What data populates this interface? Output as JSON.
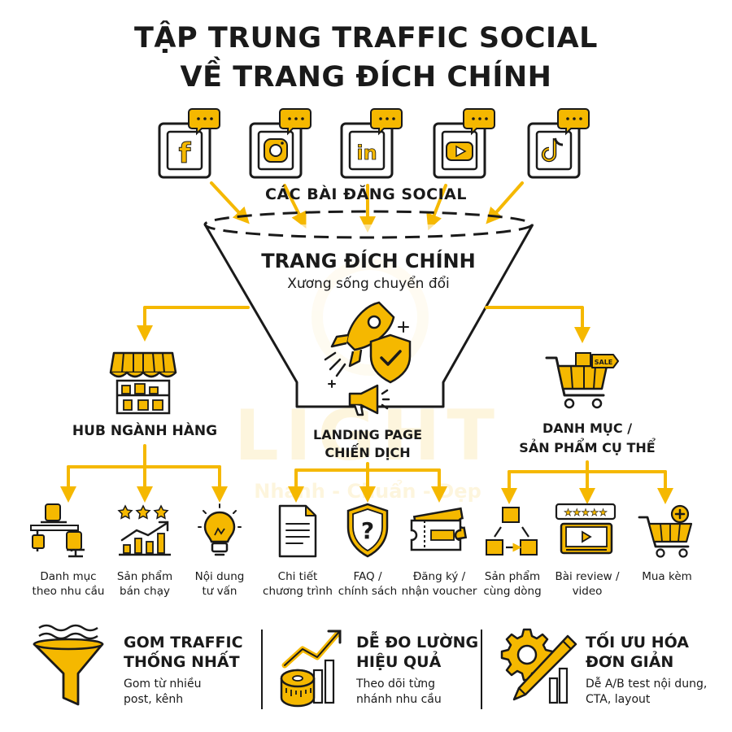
{
  "title": {
    "line1": "TẬP TRUNG TRAFFIC SOCIAL",
    "line2": "VỀ TRANG ĐÍCH CHÍNH"
  },
  "socials": {
    "label": "CÁC BÀI ĐĂNG SOCIAL",
    "icons": [
      "facebook-icon",
      "instagram-icon",
      "linkedin-icon",
      "youtube-icon",
      "tiktok-icon"
    ],
    "letters": {
      "facebook": "f",
      "linkedin": "in"
    }
  },
  "funnel": {
    "title": "TRANG ĐÍCH CHÍNH",
    "subtitle": "Xương sống chuyển đổi"
  },
  "watermark": {
    "brand": "LIGHT",
    "tagline": "Nhanh - Chuẩn - Đẹp"
  },
  "branches": {
    "hub": {
      "title": "HUB NGÀNH HÀNG"
    },
    "landing": {
      "line1": "LANDING PAGE",
      "line2": "CHIẾN DỊCH"
    },
    "category": {
      "line1": "DANH MỤC /",
      "line2": "SẢN PHẨM CỤ THỂ",
      "sale_tag": "SALE"
    }
  },
  "leaves": [
    {
      "l1": "Danh mục",
      "l2": "theo nhu cầu"
    },
    {
      "l1": "Sản phẩm",
      "l2": "bán chạy"
    },
    {
      "l1": "Nội dung",
      "l2": "tư vấn"
    },
    {
      "l1": "Chi tiết",
      "l2": "chương trình"
    },
    {
      "l1": "FAQ /",
      "l2": "chính sách"
    },
    {
      "l1": "Đăng ký /",
      "l2": "nhận voucher"
    },
    {
      "l1": "Sản phẩm",
      "l2": "cùng dòng"
    },
    {
      "l1": "Bài review /",
      "l2": "video"
    },
    {
      "l1": "Mua kèm",
      "l2": ""
    }
  ],
  "footer": [
    {
      "t1": "GOM TRAFFIC",
      "t2": "THỐNG NHẤT",
      "s1": "Gom từ nhiều",
      "s2": "post, kênh"
    },
    {
      "t1": "DỄ ĐO LƯỜNG",
      "t2": "HIỆU QUẢ",
      "s1": "Theo dõi từng",
      "s2": "nhánh nhu cầu"
    },
    {
      "t1": "TỐI ƯU HÓA",
      "t2": "ĐƠN GIẢN",
      "s1": "Dễ A/B test nội dung,",
      "s2": "CTA, layout"
    }
  ],
  "colors": {
    "accent": "#F5B800",
    "ink": "#1a1a1a"
  }
}
